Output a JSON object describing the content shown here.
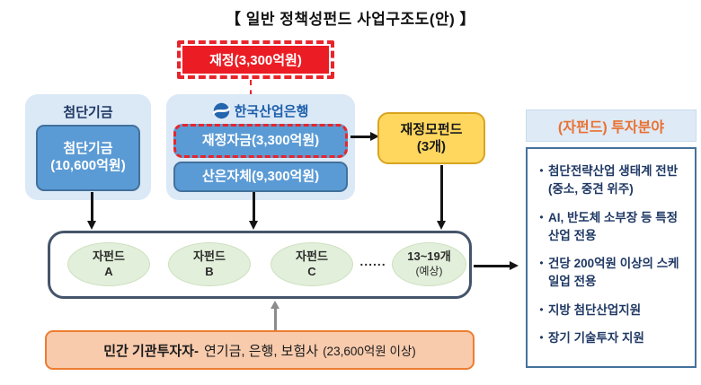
{
  "title": "【 일반 정책성펀드 사업구조도(안) 】",
  "fiscal_tag": {
    "label": "재정(3,300억원)"
  },
  "fund_group": {
    "title": "첨단기금",
    "box_line1": "첨단기금",
    "box_line2": "(10,600억원)"
  },
  "kdb_group": {
    "bank_name": "한국산업은행",
    "fiscal_box": "재정자금(3,300억원)",
    "own_box": "산은자체(9,300억원)"
  },
  "mother_fund": {
    "line1": "재정모펀드",
    "line2": "(3개)"
  },
  "sub_funds": {
    "funds": [
      {
        "line1": "자펀드",
        "line2": "A"
      },
      {
        "line1": "자펀드",
        "line2": "B"
      },
      {
        "line1": "자펀드",
        "line2": "C"
      }
    ],
    "dots": "......",
    "count_line1": "13~19개",
    "count_line2": "(예상)"
  },
  "investors": {
    "bold": "민간 기관투자자-",
    "rest": "연기금, 은행, 보험사",
    "amount": "(23,600억원 이상)"
  },
  "invest_panel": {
    "header": "(자펀드) 투자분야",
    "bullet": "•",
    "items": [
      "첨단전략산업 생태계 전반 (중소, 중견 위주)",
      "AI, 반도체 소부장 등 특정산업 전용",
      "건당 200억원 이상의 스케일업 전용",
      "지방 첨단산업지원",
      "장기 기술투자 지원"
    ]
  },
  "colors": {
    "red": "#EC1C24",
    "blue_fill": "#5B9BD5",
    "light_blue_bg": "#DBE8F6",
    "yellow_fill": "#FFD75E",
    "green_oval": "#E2EFDA",
    "peach_fill": "#F8CBAD",
    "orange_border": "#ED7D31",
    "panel_header_text": "#E97132",
    "navy_text": "#1F3864"
  }
}
